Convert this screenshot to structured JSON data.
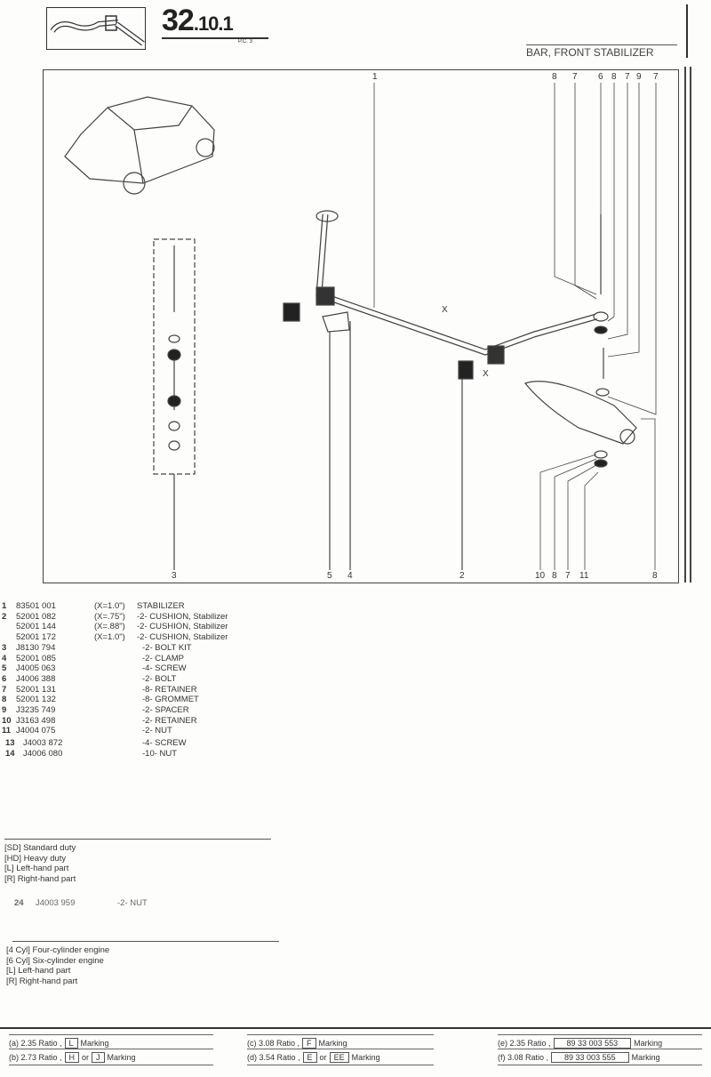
{
  "header": {
    "section_major": "32",
    "section_minor": ".10.1",
    "pc": "P.C. 3",
    "title": "BAR, FRONT STABILIZER"
  },
  "diagram": {
    "top_callouts": [
      "1",
      "8",
      "7",
      "6",
      "8",
      "7",
      "9",
      "7"
    ],
    "bottom_callouts": [
      "3",
      "5",
      "4",
      "2",
      "10",
      "8",
      "7",
      "11",
      "8"
    ],
    "x_marks": [
      "X",
      "X"
    ]
  },
  "parts": [
    {
      "num": "1",
      "part": "83501 001",
      "x": "(X=1.0\")",
      "desc": "STABILIZER"
    },
    {
      "num": "2",
      "part": "52001 082",
      "x": "(X=.75\")",
      "desc": "-2- CUSHION, Stabilizer"
    },
    {
      "num": "",
      "part": "52001 144",
      "x": "(X=.88\")",
      "desc": "-2- CUSHION, Stabilizer"
    },
    {
      "num": "",
      "part": "52001 172",
      "x": "(X=1.0\")",
      "desc": "-2- CUSHION, Stabilizer"
    },
    {
      "num": "3",
      "part": "J8130 794",
      "x": "",
      "desc": "-2- BOLT KIT"
    },
    {
      "num": "4",
      "part": "52001 085",
      "x": "",
      "desc": "-2- CLAMP"
    },
    {
      "num": "5",
      "part": "J4005 063",
      "x": "",
      "desc": "-4- SCREW"
    },
    {
      "num": "6",
      "part": "J4006 388",
      "x": "",
      "desc": "-2- BOLT"
    },
    {
      "num": "7",
      "part": "52001 131",
      "x": "",
      "desc": "-8- RETAINER"
    },
    {
      "num": "8",
      "part": "52001 132",
      "x": "",
      "desc": "-8- GROMMET"
    },
    {
      "num": "9",
      "part": "J3235 749",
      "x": "",
      "desc": "-2- SPACER"
    },
    {
      "num": "10",
      "part": "J3163 498",
      "x": "",
      "desc": "-2- RETAINER"
    },
    {
      "num": "11",
      "part": "J4004 075",
      "x": "",
      "desc": "-2- NUT"
    }
  ],
  "parts_extra": [
    {
      "num": "13",
      "part": "J4003 872",
      "desc": "-4- SCREW"
    },
    {
      "num": "14",
      "part": "J4006 080",
      "desc": "-10- NUT"
    }
  ],
  "legend1": [
    "[SD] Standard duty",
    "[HD] Heavy duty",
    "[L] Left-hand part",
    "[R] Right-hand part"
  ],
  "part24": {
    "num": "24",
    "part": "J4003 959",
    "desc": "-2- NUT"
  },
  "legend2": [
    "[4 Cyl] Four-cylinder engine",
    "[6 Cyl] Six-cylinder engine",
    "[L] Left-hand part",
    "[R] Right-hand part"
  ],
  "ratios": {
    "a": {
      "label": "(a) 2.35 Ratio ,",
      "m1": "L",
      "marking": "Marking"
    },
    "b": {
      "label": "(b) 2.73 Ratio ,",
      "m1": "H",
      "or": "or",
      "m2": "J",
      "marking": "Marking"
    },
    "c": {
      "label": "(c) 3.08 Ratio ,",
      "m1": "F",
      "marking": "Marking"
    },
    "d": {
      "label": "(d) 3.54 Ratio ,",
      "m1": "E",
      "or": "or",
      "m2": "EE",
      "marking": "Marking"
    },
    "e": {
      "label": "(e) 2.35 Ratio ,",
      "m1": "89 33 003 553",
      "marking": "Marking"
    },
    "f": {
      "label": "(f) 3.08 Ratio ,",
      "m1": "89 33 003 555",
      "marking": "Marking"
    }
  }
}
